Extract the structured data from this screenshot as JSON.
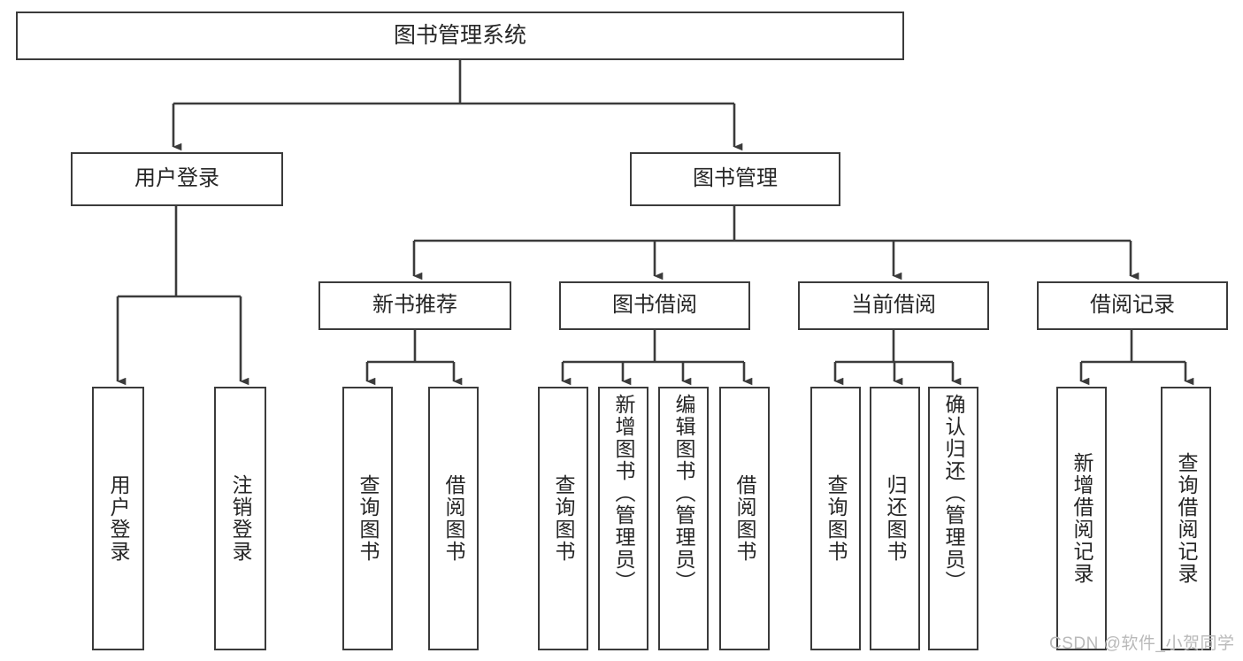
{
  "diagram": {
    "title": "图书管理系统",
    "watermark": "CSDN @软件_小贺同学",
    "colors": {
      "stroke": "#3b3b3b",
      "box_fill": "#ffffff",
      "text": "#262626",
      "background": "#ffffff",
      "watermark": "#b9b9b9"
    },
    "nodes": {
      "root": {
        "label": "图书管理系统"
      },
      "level2": {
        "user_login": {
          "label": "用户登录"
        },
        "book_management": {
          "label": "图书管理"
        }
      },
      "level3": {
        "new_book_recommend": {
          "label": "新书推荐"
        },
        "book_borrow": {
          "label": "图书借阅"
        },
        "current_borrow": {
          "label": "当前借阅"
        },
        "borrow_record": {
          "label": "借阅记录"
        }
      },
      "leaves": {
        "user_login_children": [
          {
            "label": "用户登录"
          },
          {
            "label": "注销登录"
          }
        ],
        "new_book_recommend_children": [
          {
            "label": "查询图书"
          },
          {
            "label": "借阅图书"
          }
        ],
        "book_borrow_children": [
          {
            "label": "查询图书"
          },
          {
            "label": "新增图书（管理员）"
          },
          {
            "label": "编辑图书（管理员）"
          },
          {
            "label": "借阅图书"
          }
        ],
        "current_borrow_children": [
          {
            "label": "查询图书"
          },
          {
            "label": "归还图书"
          },
          {
            "label": "确认归还（管理员）"
          }
        ],
        "borrow_record_children": [
          {
            "label": "新增借阅记录"
          },
          {
            "label": "查询借阅记录"
          }
        ]
      }
    }
  }
}
